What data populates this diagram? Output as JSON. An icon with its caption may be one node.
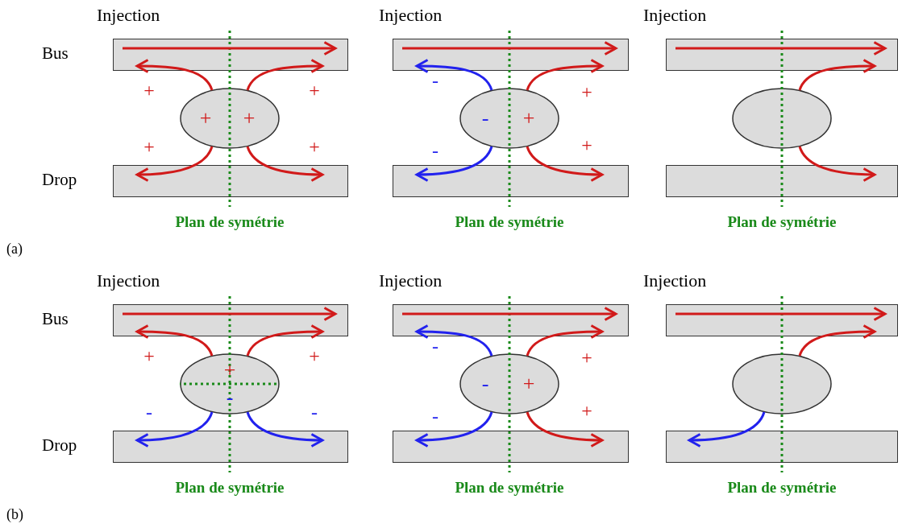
{
  "diagram": {
    "nodes": [
      {
        "text": [],
        "shape": "bar",
        "beside": [
          "Bus"
        ]
      },
      {
        "text": [
          "+",
          "+"
        ]
      },
      {
        "text": [],
        "shape": "bar",
        "beside": [
          "Drop"
        ]
      },
      {
        "text": [],
        "shape": "bar"
      },
      {
        "text": [
          "-",
          "+"
        ]
      },
      {
        "text": [],
        "shape": "bar"
      },
      {
        "text": [],
        "shape": "bar"
      },
      {
        "text": [],
        "shape": "ellipse"
      },
      {
        "text": [],
        "shape": "bar"
      },
      {
        "text": [],
        "shape": "bar",
        "beside": [
          "Bus"
        ]
      },
      {
        "text": [
          "+",
          "-"
        ]
      },
      {
        "text": [],
        "shape": "bar",
        "beside": [
          "Drop"
        ]
      },
      {
        "text": [],
        "shape": "bar"
      },
      {
        "text": [
          "-",
          "+"
        ]
      },
      {
        "text": [],
        "shape": "bar"
      },
      {
        "text": [],
        "shape": "bar"
      },
      {
        "text": [],
        "shape": "ellipse"
      },
      {
        "text": [],
        "shape": "bar"
      }
    ],
    "edges": [
      {
        "from": 1,
        "to": 0,
        "arrow": "to"
      },
      {
        "from": 1,
        "to": 0,
        "arrow": "to"
      },
      {
        "from": 1,
        "to": 2,
        "arrow": "to"
      },
      {
        "from": 1,
        "to": 2,
        "arrow": "to"
      },
      {
        "from": 4,
        "to": 3,
        "arrow": "to",
        "color": "#2222ee"
      },
      {
        "from": 4,
        "to": 3,
        "arrow": "to"
      },
      {
        "from": 4,
        "to": 5,
        "arrow": "to",
        "color": "#2222ee"
      },
      {
        "from": 4,
        "to": 5,
        "arrow": "to"
      },
      {
        "from": 7,
        "to": 6,
        "arrow": "to"
      },
      {
        "from": 7,
        "to": 8,
        "arrow": "to"
      },
      {
        "from": 10,
        "to": 9,
        "arrow": "to"
      },
      {
        "from": 10,
        "to": 9,
        "arrow": "to"
      },
      {
        "from": 10,
        "to": 11,
        "arrow": "to",
        "color": "#2222ee"
      },
      {
        "from": 10,
        "to": 11,
        "arrow": "to",
        "color": "#2222ee"
      },
      {
        "from": 13,
        "to": 12,
        "arrow": "to",
        "color": "#2222ee"
      },
      {
        "from": 13,
        "to": 12,
        "arrow": "to"
      },
      {
        "from": 13,
        "to": 14,
        "arrow": "to",
        "color": "#2222ee"
      },
      {
        "from": 13,
        "to": 14,
        "arrow": "to"
      },
      {
        "from": 16,
        "to": 15,
        "arrow": "to"
      },
      {
        "from": 16,
        "to": 17,
        "arrow": "to",
        "color": "#2222ee"
      }
    ],
    "labels": [
      "Injection",
      "Injection",
      "Injection",
      "+",
      "+",
      "+",
      "+",
      "-",
      "+",
      "-",
      "+",
      "Plan de symétrie",
      "Plan de symétrie",
      "Plan de symétrie",
      "(a)",
      "Injection",
      "Injection",
      "Injection",
      "+",
      "+",
      "-",
      "-",
      "-",
      "+",
      "-",
      "+",
      "Plan de symétrie",
      "Plan de symétrie",
      "Plan de symétrie",
      "(b)"
    ]
  }
}
